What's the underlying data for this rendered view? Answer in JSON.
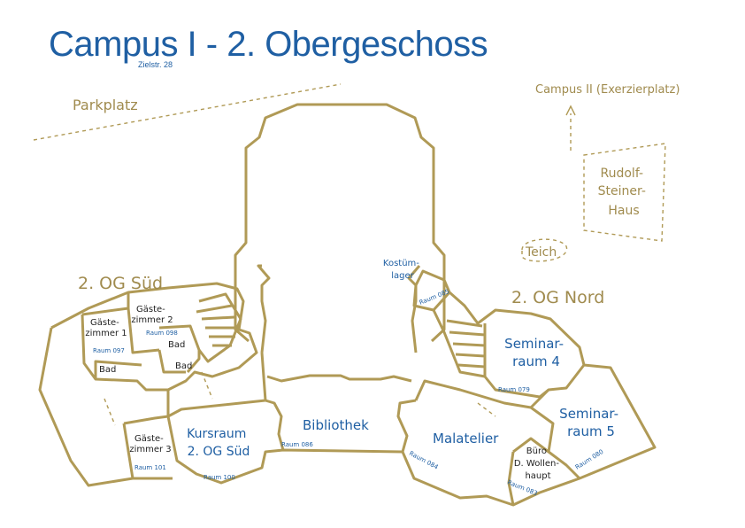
{
  "header": {
    "title": "Campus I - 2. Obergeschoss",
    "subtitle": "Zielstr. 28"
  },
  "colors": {
    "wall": "#b09a56",
    "blue": "#1f5fa3",
    "gold_text": "#a08b4e"
  },
  "outside": {
    "parkplatz": "Parkplatz",
    "campus2": "Campus II (Exerzierplatz)",
    "rudolf": [
      "Rudolf-",
      "Steiner-",
      "Haus"
    ],
    "teich": "Teich"
  },
  "wings": {
    "sued": "2. OG Süd",
    "nord": "2. OG Nord"
  },
  "rooms": {
    "gaeste1": [
      "Gäste-",
      "zimmer 1"
    ],
    "gaeste1_raum": "Raum 097",
    "gaeste2": [
      "Gäste-",
      "zimmer 2"
    ],
    "gaeste2_raum": "Raum 098",
    "bad": "Bad",
    "gaeste3": [
      "Gäste-",
      "zimmer 3"
    ],
    "gaeste3_raum": "Raum 101",
    "kursraum": [
      "Kursraum",
      "2. OG Süd"
    ],
    "kursraum_raum": "Raum 100",
    "bibliothek": "Bibliothek",
    "bibliothek_raum": "Raum 086",
    "kostuem": [
      "Kostüm-",
      "lager"
    ],
    "kostuem_raum": "Raum 085",
    "seminar4": [
      "Seminar-",
      "raum 4"
    ],
    "seminar4_raum": "Raum 079",
    "seminar5": [
      "Seminar-",
      "raum 5"
    ],
    "seminar5_raum": "Raum 080",
    "malatelier": "Malatelier",
    "malatelier_raum": "Raum 084",
    "buero": [
      "Büro",
      "D. Wollen-",
      "haupt"
    ],
    "buero_raum": "Raum 083"
  }
}
